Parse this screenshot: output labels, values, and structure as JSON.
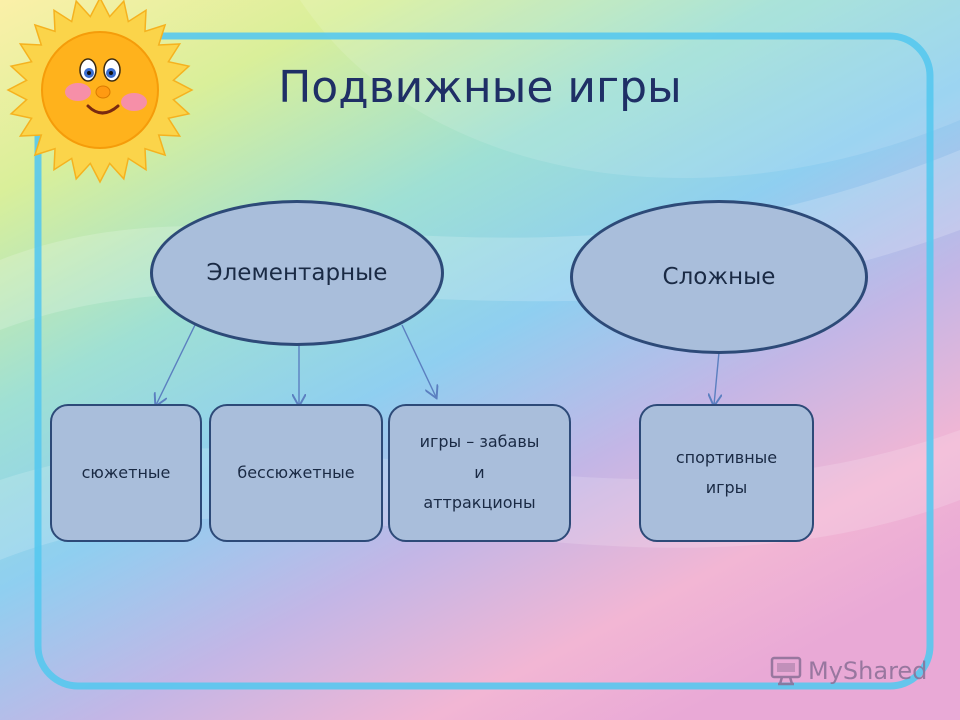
{
  "title": "Подвижные игры",
  "categories": [
    {
      "label": "Элементарные",
      "children": [
        "сюжетные",
        "бессюжетные",
        "игры – забавы\nи\nаттракционы"
      ]
    },
    {
      "label": "Сложные",
      "children": [
        "спортивные\nигры"
      ]
    }
  ],
  "watermark": {
    "text": "MyShared",
    "icon": "monitor-icon"
  },
  "colors": {
    "node_fill": "#a9bedb",
    "node_border": "#2d4a78",
    "title": "#1f2f66",
    "frame": "#57c8ee",
    "arrow": "#5b7fc0"
  }
}
